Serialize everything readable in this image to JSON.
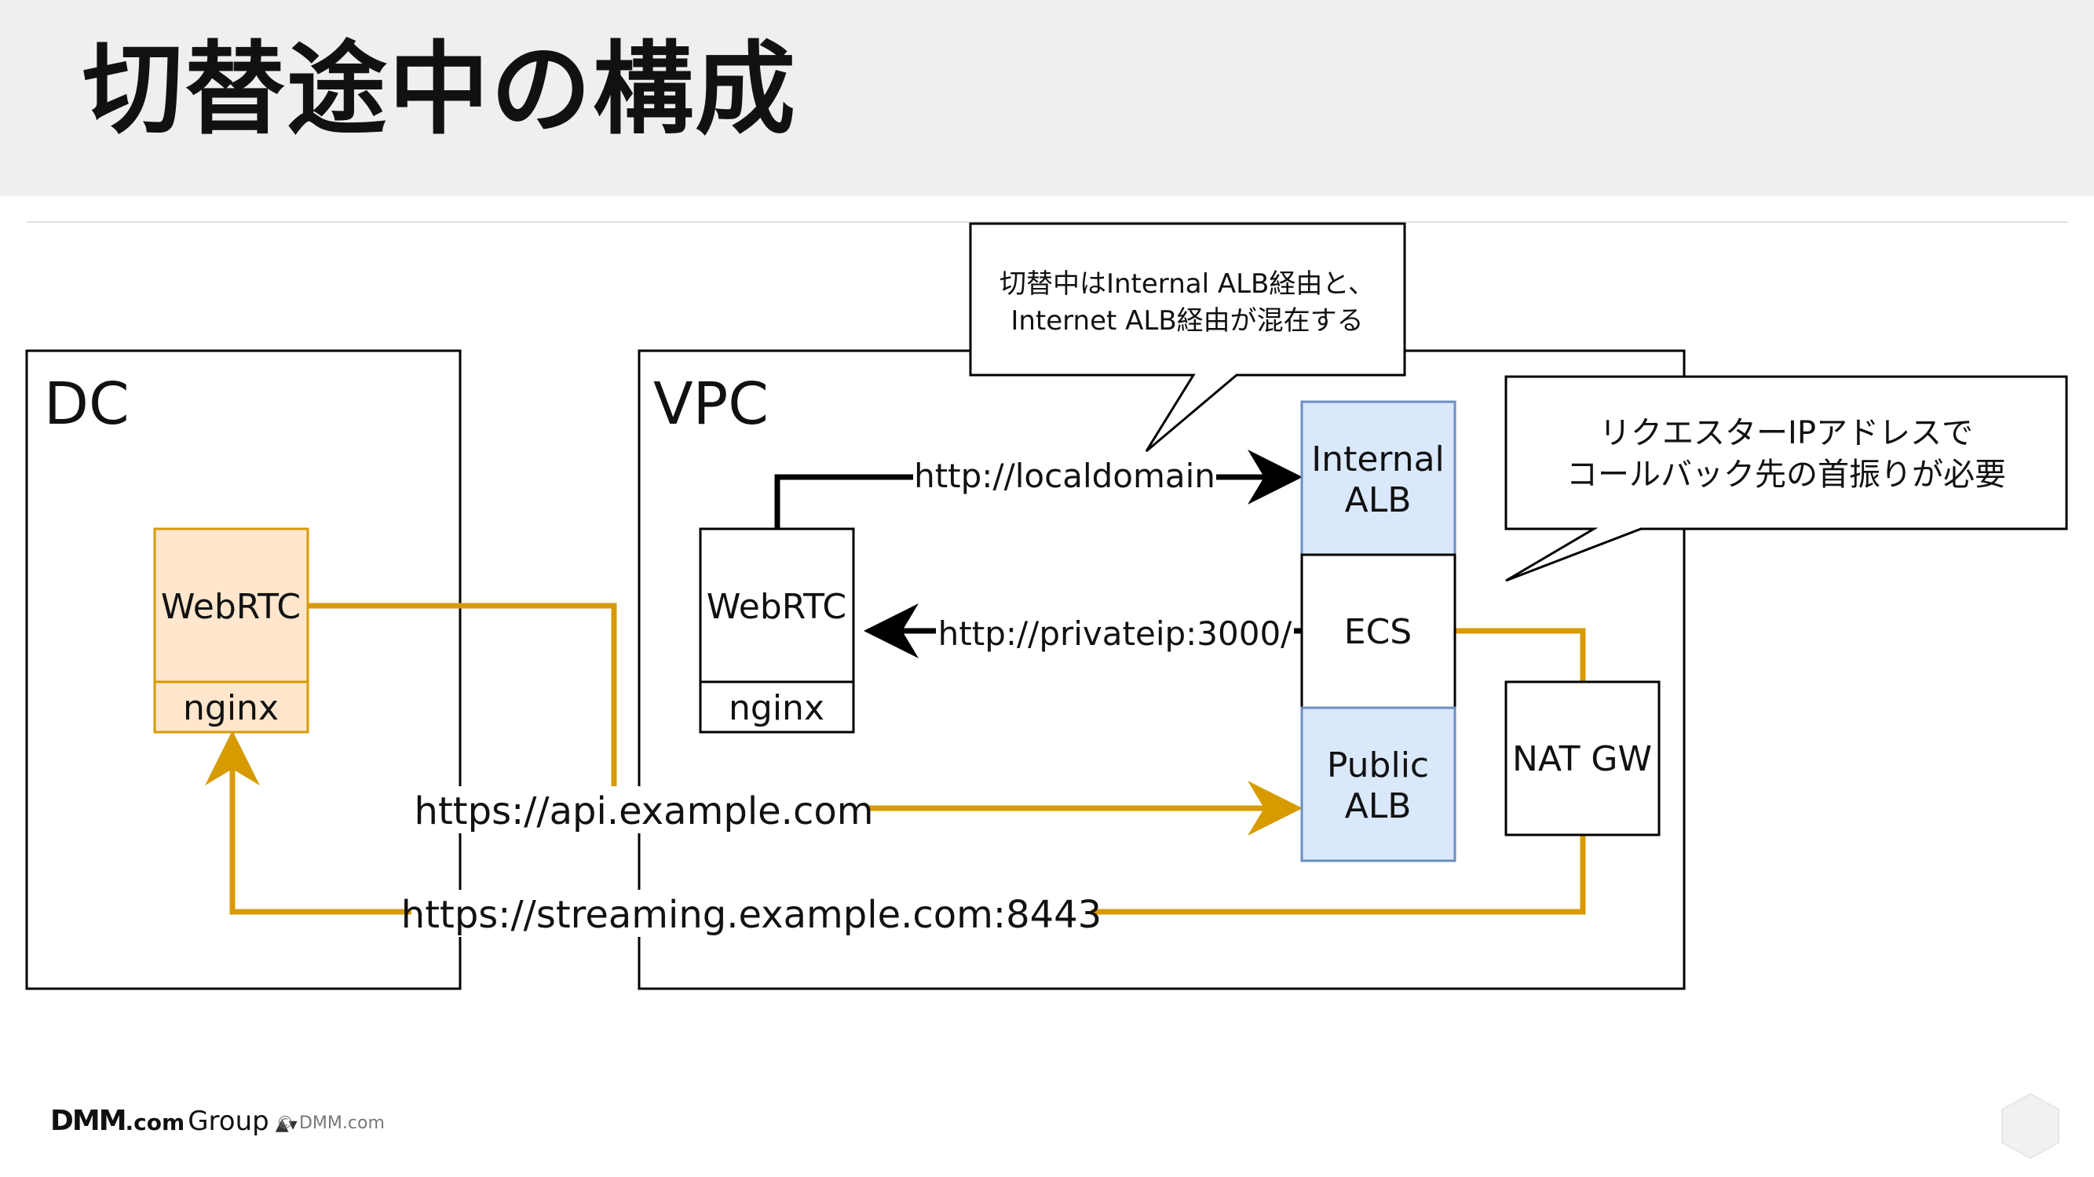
{
  "slide": {
    "title": "切替途中の構成"
  },
  "diagram": {
    "dc": {
      "label": "DC"
    },
    "vpc": {
      "label": "VPC"
    },
    "dc_server": {
      "app": "WebRTC",
      "proxy": "nginx"
    },
    "vpc_server": {
      "app": "WebRTC",
      "proxy": "nginx"
    },
    "internal_alb": {
      "line1": "Internal",
      "line2": "ALB"
    },
    "ecs": {
      "label": "ECS"
    },
    "public_alb": {
      "line1": "Public",
      "line2": "ALB"
    },
    "nat_gw": {
      "label": "NAT GW"
    },
    "edges": {
      "localdomain": "http://localdomain",
      "privateip": "http://privateip:3000/",
      "api": "https://api.example.com",
      "streaming": "https://streaming.example.com:8443"
    },
    "callouts": {
      "alb_mix": {
        "line1": "切替中はInternal ALB経由と、",
        "line2": "Internet ALB経由が混在する"
      },
      "callback": {
        "line1": "リクエスターIPアドレスで",
        "line2": "コールバック先の首振りが必要"
      }
    },
    "colors": {
      "orange": "#d79b00",
      "orange_fill": "#ffe6cc",
      "blue_stroke": "#6c8ebf",
      "blue_fill": "#dae8fc",
      "black": "#000000"
    }
  },
  "footer": {
    "logo_brand": "DMM",
    "logo_domain": ".com",
    "logo_group": "Group",
    "copyright": "© DMM.com"
  },
  "icons": {
    "footer_mark": "triangle-mark-icon",
    "corner": "hexagon-icon"
  }
}
